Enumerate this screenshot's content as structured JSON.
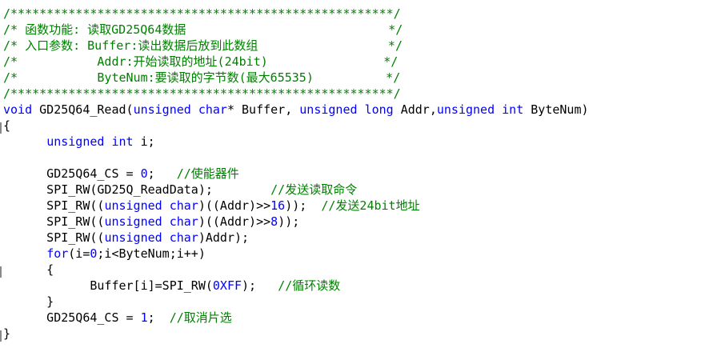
{
  "editor": {
    "lines": [
      {
        "tokens": [
          {
            "t": "c",
            "v": "/*****************************************************/"
          }
        ]
      },
      {
        "tokens": [
          {
            "t": "c",
            "v": "/* 函数功能: 读取GD25Q64数据                            */"
          }
        ]
      },
      {
        "tokens": [
          {
            "t": "c",
            "v": "/* 入口参数: Buffer:读出数据后放到此数组                  */"
          }
        ]
      },
      {
        "tokens": [
          {
            "t": "c",
            "v": "/*           Addr:开始读取的地址(24bit)                */"
          }
        ]
      },
      {
        "tokens": [
          {
            "t": "c",
            "v": "/*           ByteNum:要读取的字节数(最大65535)          */"
          }
        ]
      },
      {
        "tokens": [
          {
            "t": "c",
            "v": "/*****************************************************/"
          }
        ]
      },
      {
        "tokens": [
          {
            "t": "k",
            "v": "void"
          },
          {
            "t": "p",
            "v": " GD25Q64_Read("
          },
          {
            "t": "k",
            "v": "unsigned"
          },
          {
            "t": "p",
            "v": " "
          },
          {
            "t": "k",
            "v": "char"
          },
          {
            "t": "p",
            "v": "* Buffer, "
          },
          {
            "t": "k",
            "v": "unsigned"
          },
          {
            "t": "p",
            "v": " "
          },
          {
            "t": "k",
            "v": "long"
          },
          {
            "t": "p",
            "v": " Addr,"
          },
          {
            "t": "k",
            "v": "unsigned"
          },
          {
            "t": "p",
            "v": " "
          },
          {
            "t": "k",
            "v": "int"
          },
          {
            "t": "p",
            "v": " ByteNum)"
          }
        ]
      },
      {
        "tokens": [
          {
            "t": "p",
            "v": "{"
          }
        ]
      },
      {
        "tokens": [
          {
            "t": "p",
            "v": "      "
          },
          {
            "t": "k",
            "v": "unsigned"
          },
          {
            "t": "p",
            "v": " "
          },
          {
            "t": "k",
            "v": "int"
          },
          {
            "t": "p",
            "v": " i;"
          }
        ]
      },
      {
        "tokens": [
          {
            "t": "p",
            "v": ""
          }
        ]
      },
      {
        "tokens": [
          {
            "t": "p",
            "v": "      GD25Q64_CS = "
          },
          {
            "t": "n",
            "v": "0"
          },
          {
            "t": "p",
            "v": ";   "
          },
          {
            "t": "c",
            "v": "//使能器件"
          }
        ]
      },
      {
        "tokens": [
          {
            "t": "p",
            "v": "      SPI_RW(GD25Q_ReadData);        "
          },
          {
            "t": "c",
            "v": "//发送读取命令"
          }
        ]
      },
      {
        "tokens": [
          {
            "t": "p",
            "v": "      SPI_RW(("
          },
          {
            "t": "k",
            "v": "unsigned"
          },
          {
            "t": "p",
            "v": " "
          },
          {
            "t": "k",
            "v": "char"
          },
          {
            "t": "p",
            "v": ")((Addr)>>"
          },
          {
            "t": "n",
            "v": "16"
          },
          {
            "t": "p",
            "v": "));  "
          },
          {
            "t": "c",
            "v": "//发送24bit地址"
          }
        ]
      },
      {
        "tokens": [
          {
            "t": "p",
            "v": "      SPI_RW(("
          },
          {
            "t": "k",
            "v": "unsigned"
          },
          {
            "t": "p",
            "v": " "
          },
          {
            "t": "k",
            "v": "char"
          },
          {
            "t": "p",
            "v": ")((Addr)>>"
          },
          {
            "t": "n",
            "v": "8"
          },
          {
            "t": "p",
            "v": "));"
          }
        ]
      },
      {
        "tokens": [
          {
            "t": "p",
            "v": "      SPI_RW(("
          },
          {
            "t": "k",
            "v": "unsigned"
          },
          {
            "t": "p",
            "v": " "
          },
          {
            "t": "k",
            "v": "char"
          },
          {
            "t": "p",
            "v": ")Addr);"
          }
        ]
      },
      {
        "tokens": [
          {
            "t": "p",
            "v": "      "
          },
          {
            "t": "k",
            "v": "for"
          },
          {
            "t": "p",
            "v": "(i="
          },
          {
            "t": "n",
            "v": "0"
          },
          {
            "t": "p",
            "v": ";i<ByteNum;i++)"
          }
        ]
      },
      {
        "tokens": [
          {
            "t": "p",
            "v": "      {"
          }
        ]
      },
      {
        "tokens": [
          {
            "t": "p",
            "v": "            Buffer[i]=SPI_RW("
          },
          {
            "t": "n",
            "v": "0XFF"
          },
          {
            "t": "p",
            "v": ");   "
          },
          {
            "t": "c",
            "v": "//循环读数"
          }
        ]
      },
      {
        "tokens": [
          {
            "t": "p",
            "v": "      }"
          }
        ]
      },
      {
        "tokens": [
          {
            "t": "p",
            "v": "      GD25Q64_CS = "
          },
          {
            "t": "n",
            "v": "1"
          },
          {
            "t": "p",
            "v": ";  "
          },
          {
            "t": "c",
            "v": "//取消片选"
          }
        ]
      },
      {
        "tokens": [
          {
            "t": "p",
            "v": "}"
          }
        ]
      }
    ]
  },
  "colors": {
    "keyword": "#0000ff",
    "comment": "#008000",
    "number": "#0000ff",
    "text": "#000000",
    "background": "#ffffff"
  }
}
